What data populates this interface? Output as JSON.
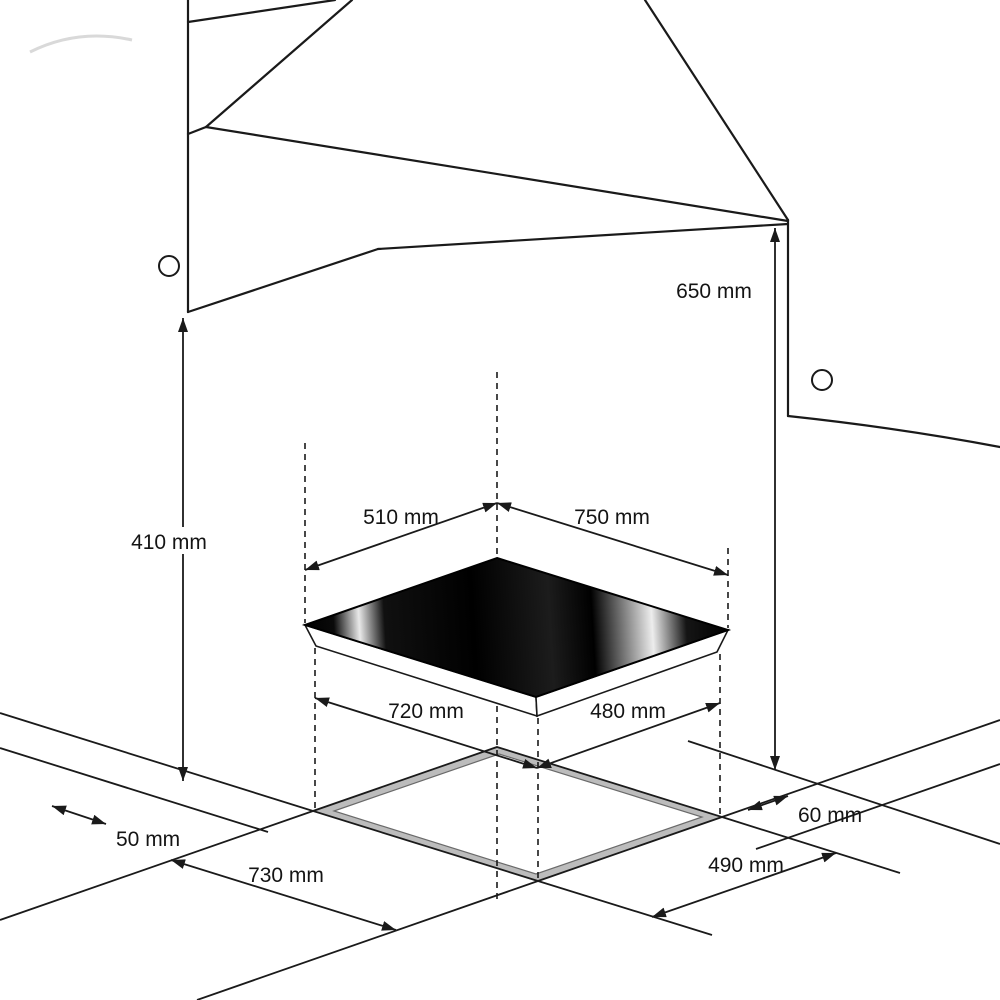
{
  "diagram": {
    "kind": "cooktop installation dimension drawing",
    "dims": {
      "d650": "650 mm",
      "d410": "410 mm",
      "d510": "510 mm",
      "d750": "750 mm",
      "d720": "720 mm",
      "d480": "480 mm",
      "d50": "50 mm",
      "d60": "60 mm",
      "d730": "730 mm",
      "d490": "490 mm"
    },
    "colors": {
      "line": "#1a1a1a",
      "glass_black": "#000000",
      "gloss_highlight": "#f0f0f0",
      "cutout_rim": "#bcbcbc",
      "background": "#ffffff"
    }
  }
}
